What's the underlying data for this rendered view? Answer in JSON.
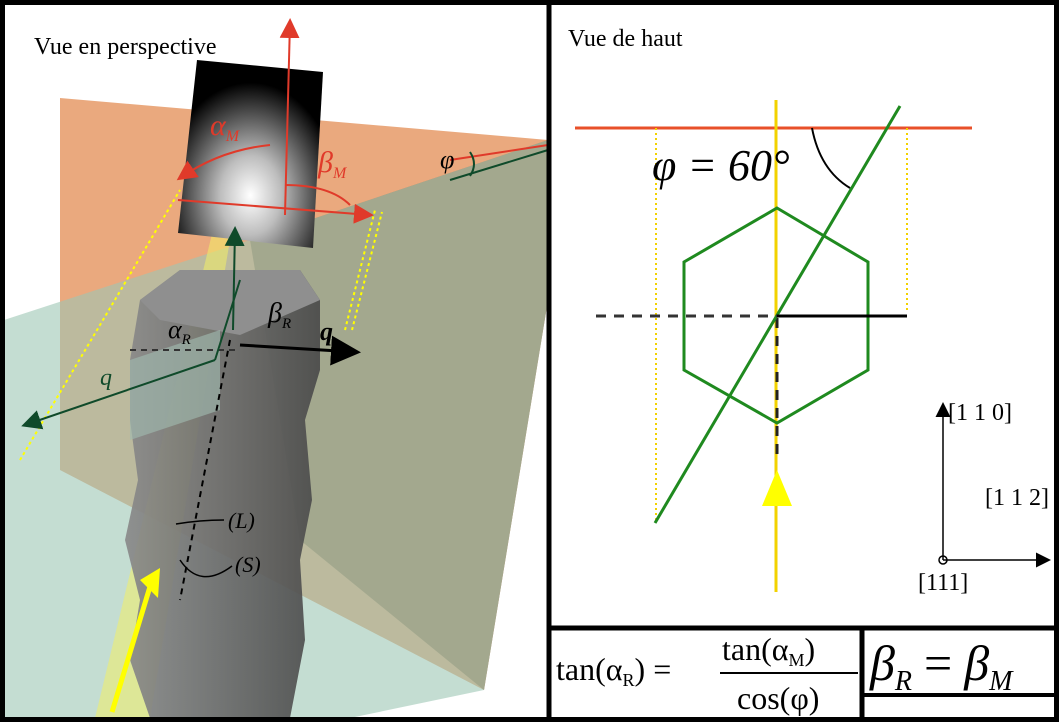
{
  "left_panel": {
    "title": "Vue en perspective",
    "label_alpha_M": "α",
    "label_alpha_M_sub": "M",
    "label_beta_M": "β",
    "label_beta_M_sub": "M",
    "label_phi": "φ",
    "label_alpha_R": "α",
    "label_alpha_R_sub": "R",
    "label_beta_R": "β",
    "label_beta_R_sub": "R",
    "label_q_right": "q",
    "label_q_left": "q",
    "label_L": "(L)",
    "label_S": "(S)"
  },
  "right_panel": {
    "title": "Vue de haut",
    "angle_label": "φ = 60°",
    "axis_up": "[1 1 0]",
    "axis_right": "[1 1 2]",
    "axis_origin": "[111]"
  },
  "formula_1": {
    "lhs": "tan(α",
    "lhs_sub": "R",
    "lhs_end": ") =",
    "num": "tan(α",
    "num_sub": "M",
    "num_end": ")",
    "den": "cos(φ)"
  },
  "formula_2": {
    "beta1": "β",
    "sub1": "R",
    "eq": "=",
    "beta2": "β",
    "sub2": "M"
  },
  "colors": {
    "border": "#000000",
    "red": "#e03a2a",
    "green": "#1f8a1f",
    "yellow": "#ffff00",
    "orange_plane": "#e8a070",
    "teal_plane": "#9cc6b4",
    "rock": "#6e6e6e"
  }
}
